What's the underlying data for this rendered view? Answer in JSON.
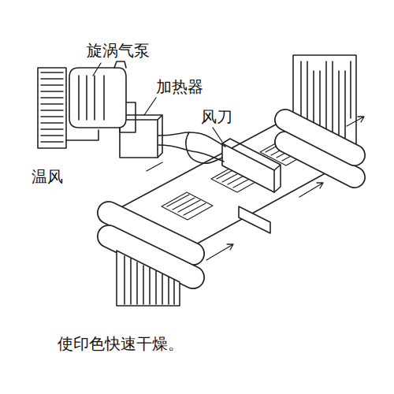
{
  "diagram": {
    "caption": "使印色快速干燥。",
    "labels": [
      "旋涡气泵",
      "加热器",
      "风刀",
      "温风"
    ]
  }
}
